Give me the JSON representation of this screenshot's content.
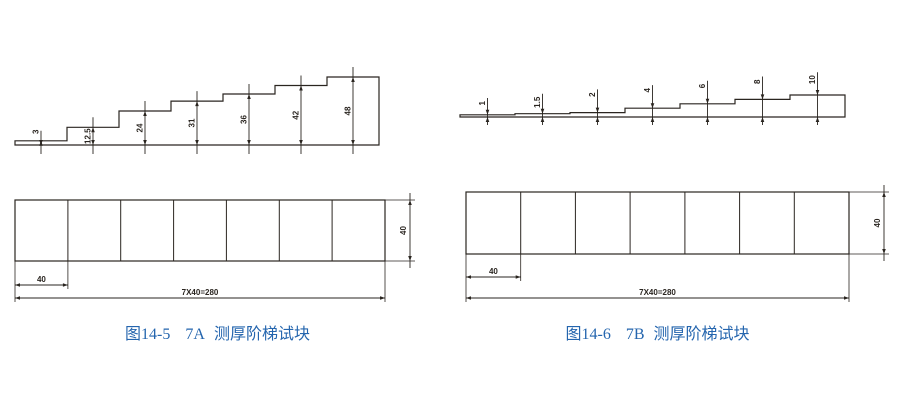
{
  "page": {
    "background": "#ffffff",
    "line_color": "#2a2520",
    "caption_color": "#2465ae"
  },
  "figures": [
    {
      "id": "7A",
      "caption": {
        "fig_no": "图14-5",
        "block_id": "7A",
        "title": "测厚阶梯试块"
      },
      "side_view": {
        "step_labels": [
          "3",
          "12.5",
          "24",
          "31",
          "36",
          "42",
          "48"
        ],
        "step_values": [
          3,
          12.5,
          24,
          31,
          36,
          42,
          48
        ]
      },
      "top_view": {
        "cells": 7,
        "first_cell_label": "40",
        "total_label": "7X40=280",
        "height_label": "40"
      }
    },
    {
      "id": "7B",
      "caption": {
        "fig_no": "图14-6",
        "block_id": "7B",
        "title": "测厚阶梯试块"
      },
      "side_view": {
        "step_labels": [
          "1",
          "1.5",
          "2",
          "4",
          "6",
          "8",
          "10"
        ],
        "step_values": [
          1,
          1.5,
          2,
          4,
          6,
          8,
          10
        ]
      },
      "top_view": {
        "cells": 7,
        "first_cell_label": "40",
        "total_label": "7X40=280",
        "height_label": "40"
      }
    }
  ]
}
